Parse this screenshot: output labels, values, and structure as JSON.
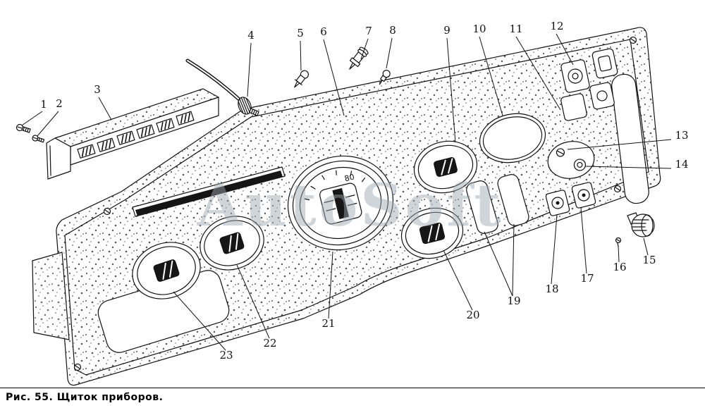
{
  "figure": {
    "caption": "Рис. 55. Щиток приборов.",
    "watermark": "AutoSoft",
    "gauge_marking": "80"
  },
  "callouts": [
    "1",
    "2",
    "3",
    "4",
    "5",
    "6",
    "7",
    "8",
    "9",
    "10",
    "11",
    "12",
    "13",
    "14",
    "15",
    "16",
    "17",
    "18",
    "19",
    "20",
    "21",
    "22",
    "23"
  ]
}
